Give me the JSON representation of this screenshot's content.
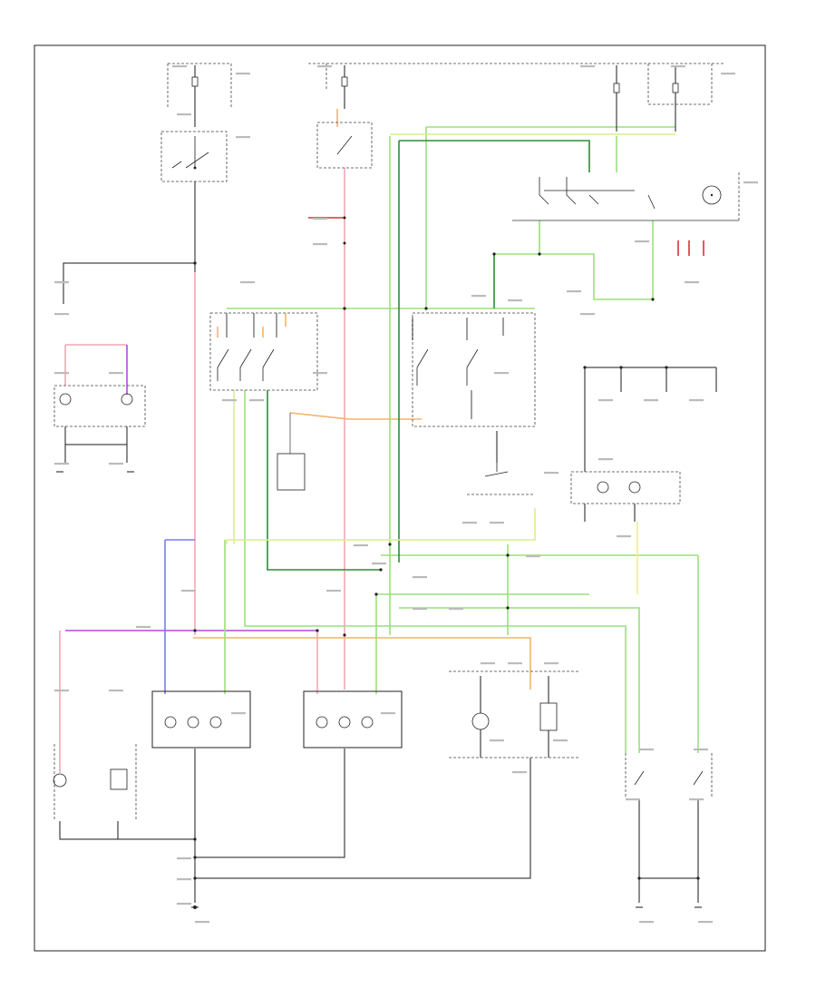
{
  "diagram": {
    "footer_id": "",
    "colors": {
      "pink": "#f4a6b4",
      "green": "#9be07a",
      "dark_green": "#2e8b3a",
      "yellow_green": "#d9ef8a",
      "orange": "#f5b36a",
      "purple": "#b04cd6",
      "blue": "#7a7cf0",
      "yellow": "#f2ee8a",
      "red": "#d8303a",
      "black": "#1a1a1a",
      "gray": "#888888"
    },
    "components": [
      {
        "id": "fuse-top-left",
        "label": ""
      },
      {
        "id": "combination-switch-top",
        "label": ""
      },
      {
        "id": "fuse-top-center",
        "label": ""
      },
      {
        "id": "stop-lamp-switch",
        "label": ""
      },
      {
        "id": "fuse-top-right-1",
        "label": ""
      },
      {
        "id": "fuse-top-right-2",
        "label": ""
      },
      {
        "id": "combination-switch-right",
        "label": ""
      },
      {
        "id": "hazard-flasher-unit",
        "label": ""
      },
      {
        "id": "fuse-relay-block",
        "label": ""
      },
      {
        "id": "multi-relay-left",
        "label": ""
      },
      {
        "id": "multi-relay-right",
        "label": ""
      },
      {
        "id": "left-front-lamp",
        "label": ""
      },
      {
        "id": "right-front-lamp",
        "label": ""
      },
      {
        "id": "left-rear-combination-lamp",
        "label": ""
      },
      {
        "id": "right-rear-combination-lamp",
        "label": ""
      },
      {
        "id": "high-mount-stop-lamp",
        "label": ""
      },
      {
        "id": "instrument-cluster",
        "label": ""
      },
      {
        "id": "side-turn-lamps",
        "label": ""
      },
      {
        "id": "left-corner-lamp",
        "label": ""
      },
      {
        "id": "right-corner-lamp",
        "label": ""
      },
      {
        "id": "trunk-lid-lamps",
        "label": ""
      },
      {
        "id": "ground-g1",
        "label": ""
      },
      {
        "id": "ground-g2",
        "label": ""
      },
      {
        "id": "ground-g3",
        "label": ""
      }
    ]
  }
}
